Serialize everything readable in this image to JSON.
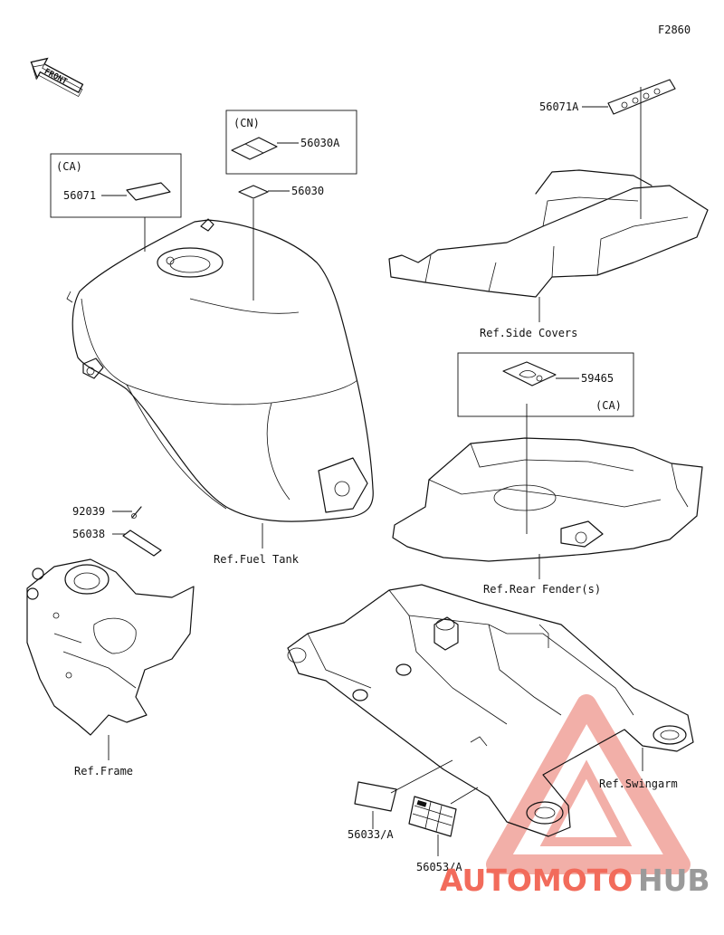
{
  "figure_code": "F2860",
  "front_label": "FRONT",
  "boxes": {
    "ca_left_title": "(CA)",
    "cn_title": "(CN)",
    "ca_right_title": "(CA)"
  },
  "part_numbers": {
    "p56071": "56071",
    "p56030A": "56030A",
    "p56030": "56030",
    "p56071A": "56071A",
    "p59465": "59465",
    "p92039": "92039",
    "p56038": "56038",
    "p56033A": "56033/A",
    "p56053A": "56053/A"
  },
  "references": {
    "fuel_tank": "Ref.Fuel Tank",
    "side_covers": "Ref.Side Covers",
    "rear_fenders": "Ref.Rear Fender(s)",
    "frame": "Ref.Frame",
    "swingarm": "Ref.Swingarm"
  },
  "watermark": {
    "part1": "AUTOMOTO",
    "part2": "HUB",
    "color1": "#f26b5b",
    "color2": "#9a9a9a"
  }
}
